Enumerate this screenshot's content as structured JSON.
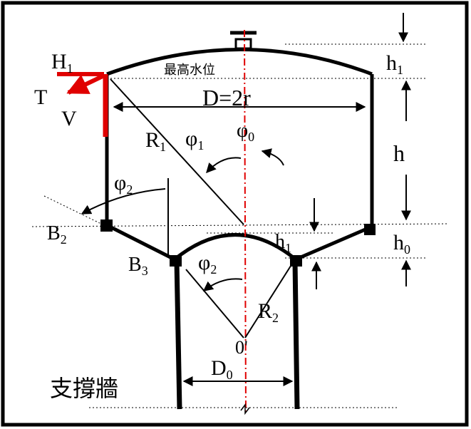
{
  "labels": {
    "h1": "H",
    "h1_sub": "1",
    "t": "T",
    "v": "V",
    "max_water_level": "最高水位",
    "diameter": "D=2r",
    "r1": "R",
    "r1_sub": "1",
    "phi1": "φ",
    "phi1_sub": "1",
    "phi0": "φ",
    "phi0_sub": "0",
    "phi2_left": "φ",
    "phi2_left_sub": "2",
    "b2": "B",
    "b2_sub": "2",
    "b3": "B",
    "b3_sub": "3",
    "phi2_center": "φ",
    "phi2_center_sub": "2",
    "h_overlap": "h",
    "h_overlap_sub": "1",
    "r2": "R",
    "r2_sub": "2",
    "o_prime": "0'",
    "d0": "D",
    "d0_sub": "0",
    "support_wall": "支撐牆",
    "dim_h1": "h",
    "dim_h1_sub": "1",
    "dim_h": "h",
    "dim_h0": "h",
    "dim_h0_sub": "0"
  },
  "colors": {
    "red_force": "#e00000",
    "axis": "#e00000",
    "frame": "#000000",
    "line": "#000000"
  }
}
